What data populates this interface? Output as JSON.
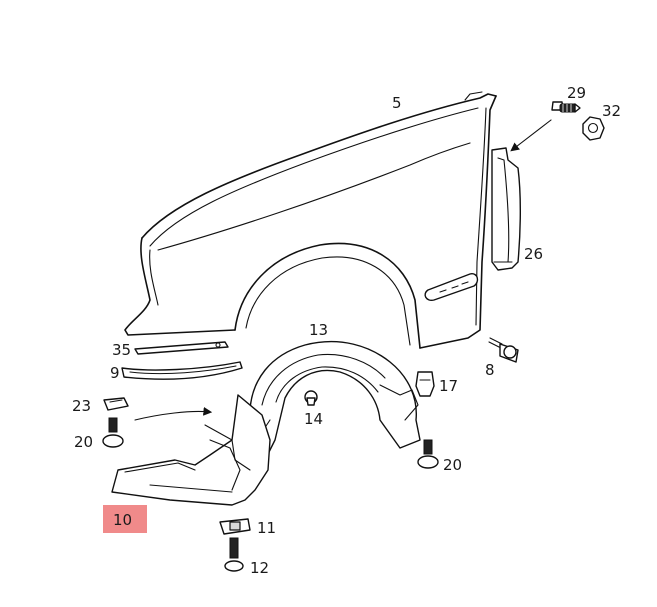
{
  "labels": {
    "p5": "5",
    "p29": "29",
    "p32": "32",
    "p26": "26",
    "p13": "13",
    "p35": "35",
    "p9": "9",
    "p8": "8",
    "p17": "17",
    "p23": "23",
    "p14": "14",
    "p20a": "20",
    "p20b": "20",
    "p10": "10",
    "p11": "11",
    "p12": "12"
  },
  "highlight": {
    "part": "10",
    "color": "#f08a8a"
  }
}
